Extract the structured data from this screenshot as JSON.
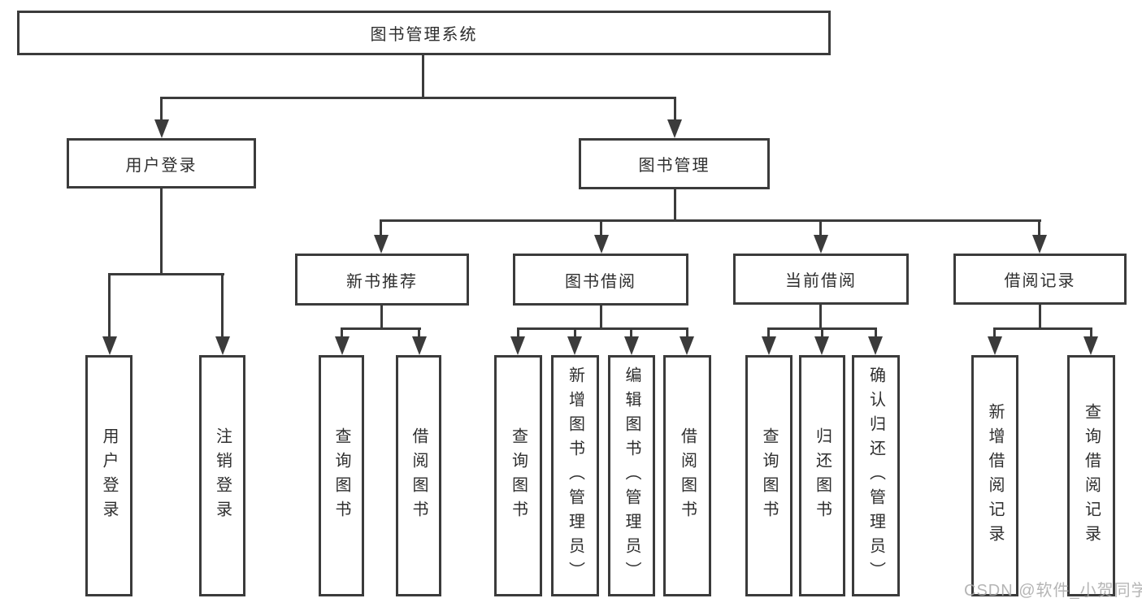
{
  "colors": {
    "line": "#3b3b3b",
    "text": "#2e2e2e",
    "background": "#ffffff",
    "watermark": "#a9a9a9"
  },
  "watermark": {
    "text": "CSDN @软件_小贺同学"
  },
  "tree": {
    "root": {
      "label": "图书管理系统"
    },
    "branches": [
      {
        "label": "用户登录",
        "children": [
          {
            "label": "用户登录"
          },
          {
            "label": "注销登录"
          }
        ]
      },
      {
        "label": "图书管理",
        "children": [
          {
            "label": "新书推荐",
            "children": [
              {
                "label": "查询图书"
              },
              {
                "label": "借阅图书"
              }
            ]
          },
          {
            "label": "图书借阅",
            "children": [
              {
                "label": "查询图书"
              },
              {
                "label": "新增图书（管理员）"
              },
              {
                "label": "编辑图书（管理员）"
              },
              {
                "label": "借阅图书"
              }
            ]
          },
          {
            "label": "当前借阅",
            "children": [
              {
                "label": "查询图书"
              },
              {
                "label": "归还图书"
              },
              {
                "label": "确认归还（管理员）"
              }
            ]
          },
          {
            "label": "借阅记录",
            "children": [
              {
                "label": "新增借阅记录"
              },
              {
                "label": "查询借阅记录"
              }
            ]
          }
        ]
      }
    ]
  }
}
